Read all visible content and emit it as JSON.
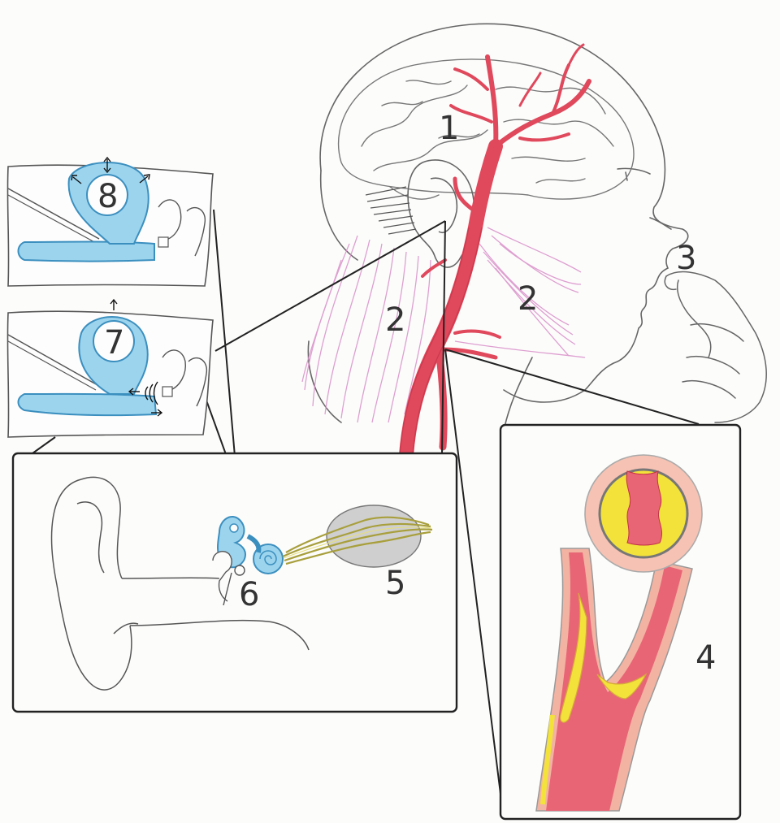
{
  "colors": {
    "pencil": "#555555",
    "artery": "#e0485c",
    "artery_dark": "#c23346",
    "muscle": "#d98fc9",
    "endolymph": "#9cd4ee",
    "endolymph_edge": "#3b8fbf",
    "plaque": "#f2e23a",
    "vessel_wall": "#f3b3a3",
    "nerve": "#c9c25a",
    "ganglion": "#cfcfcf",
    "frame": "#222222"
  },
  "icons": [
    "brain-icon",
    "ear-icon",
    "head-profile-icon",
    "inner-ear-icon",
    "hand-icon"
  ],
  "labels": {
    "brain_vessels": "1",
    "neck_muscle_left": "2",
    "neck_muscle_right": "2",
    "mouth_jaw": "3",
    "carotid_plaque": "4",
    "auditory_nerve": "5",
    "middle_ear": "6",
    "cochlea_pressure_low": "7",
    "cochlea_pressure_high": "8"
  }
}
